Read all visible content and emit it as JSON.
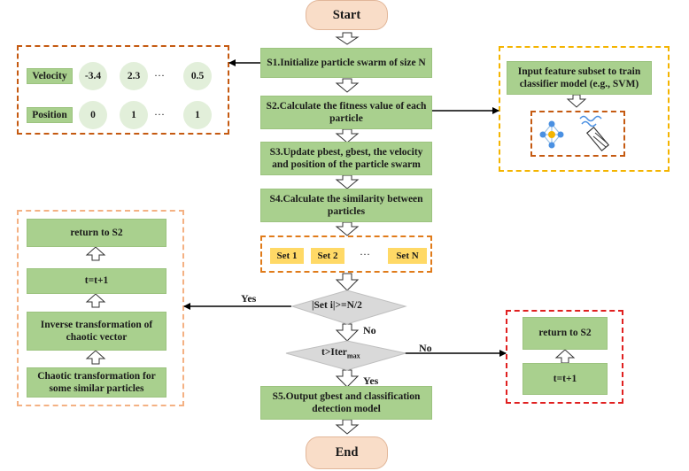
{
  "start": "Start",
  "end": "End",
  "s1": "S1.Initialize particle swarm of size N",
  "s2": "S2.Calculate the fitness value of each particle",
  "s3": "S3.Update pbest, gbest, the velocity and position of the particle swarm",
  "s4": "S4.Calculate the similarity between particles",
  "s5": "S5.Output gbest and classification detection model",
  "decision1": "|Set i|>=N/2",
  "decision2_base": "t>Iter",
  "decision2_sub": "max",
  "yes1": "Yes",
  "no1": "No",
  "no2": "No",
  "yes2": "Yes",
  "sets": [
    "Set 1",
    "Set 2",
    "···",
    "Set N"
  ],
  "velocity": {
    "label": "Velocity",
    "values": [
      "-3.4",
      "2.3",
      "···",
      "0.5"
    ]
  },
  "position": {
    "label": "Position",
    "values": [
      "0",
      "1",
      "···",
      "1"
    ]
  },
  "classifier": "Input feature subset to train classifier model (e.g., SVM)",
  "left_panel": {
    "return": "return to S2",
    "increment": "t=t+1",
    "inverse": "Inverse transformation of chaotic vector",
    "chaotic": "Chaotic transformation for some similar particles"
  },
  "right_panel": {
    "return": "return to S2",
    "increment": "t=t+1"
  },
  "colors": {
    "green": "#a9d08e",
    "terminal": "#f9ddc8",
    "set": "#ffd966",
    "circle": "#e2efda",
    "dash_orange": "#c55a11",
    "dash_yellow": "#f4b400",
    "dash_red": "#e02020",
    "dash_peach": "#f4b183"
  }
}
